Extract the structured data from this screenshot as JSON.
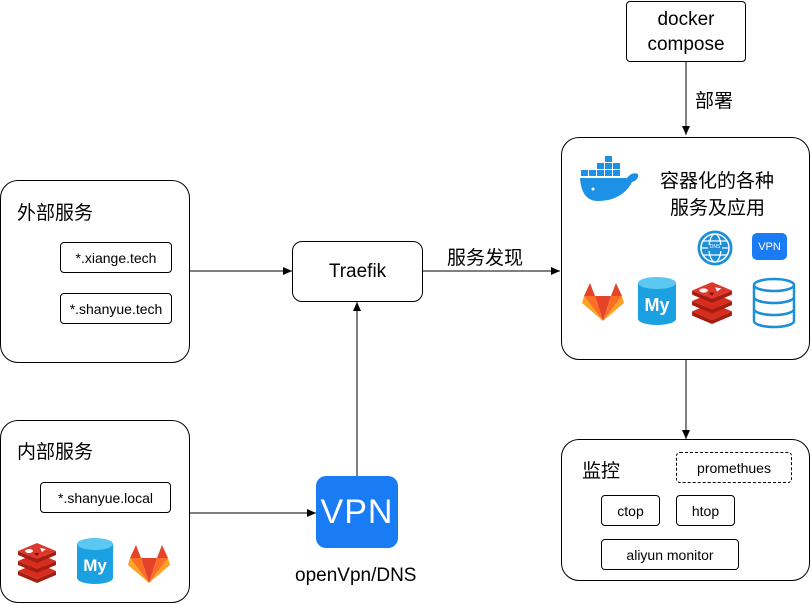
{
  "docker": {
    "line1": "docker",
    "line2": "compose"
  },
  "edges": {
    "deploy": "部署",
    "discovery": "服务发现"
  },
  "external": {
    "title": "外部服务",
    "domains": [
      "*.xiange.tech",
      "*.shanyue.tech"
    ]
  },
  "internal": {
    "title": "内部服务",
    "domain": "*.shanyue.local"
  },
  "traefik": {
    "label": "Traefik"
  },
  "vpn": {
    "label": "VPN",
    "caption": "openVpn/DNS"
  },
  "services": {
    "line1": "容器化的各种",
    "line2": "服务及应用",
    "small_vpn": "VPN",
    "dns_label": "DNS"
  },
  "monitor": {
    "title": "监控",
    "items": [
      "promethues",
      "ctop",
      "htop",
      "aliyun monitor"
    ]
  },
  "colors": {
    "gitlab": "#fc6d26",
    "redis": "#d82c20",
    "mysql": "#1ba1e2",
    "docker": "#1d91e6",
    "vpn": "#1a7cf5"
  },
  "icons": [
    "docker-whale-icon",
    "dns-globe-icon",
    "vpn-badge-icon",
    "gitlab-icon",
    "mysql-icon",
    "redis-icon",
    "database-icon"
  ]
}
